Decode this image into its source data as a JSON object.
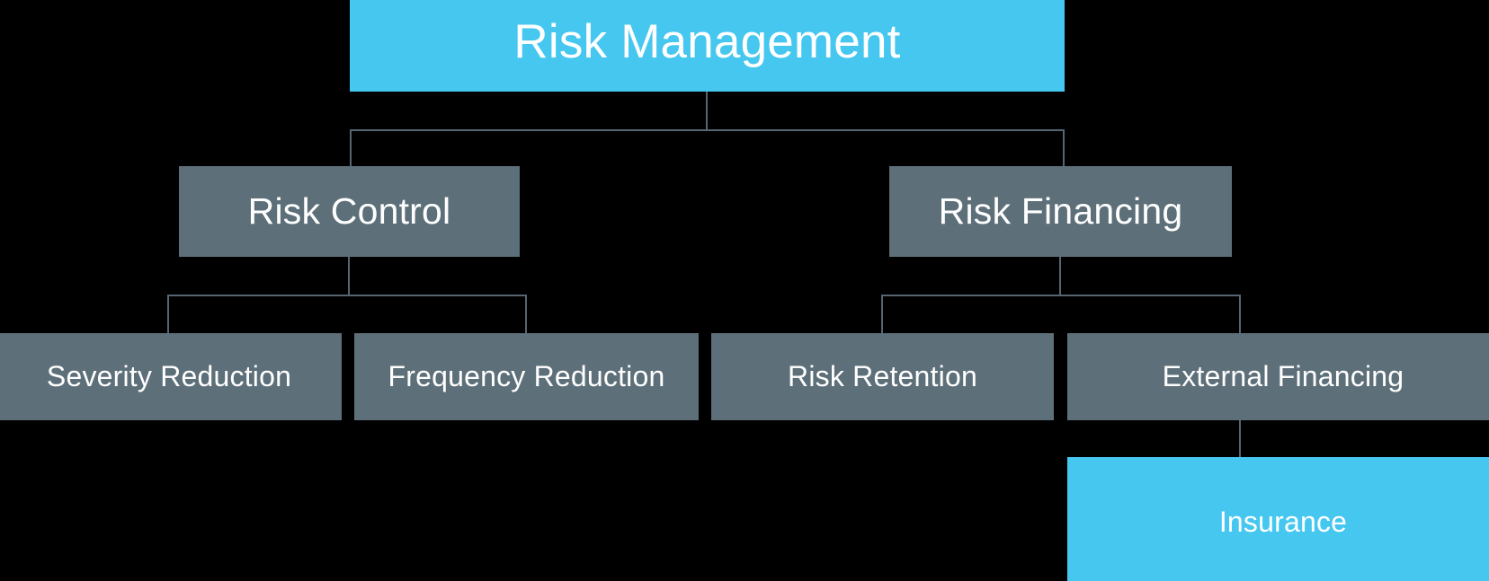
{
  "diagram": {
    "title": "Risk Management",
    "type": "hierarchy-tree",
    "background_color": "#000000",
    "colors": {
      "primary_node": "#45C7F0",
      "secondary_node": "#5D6F79",
      "connector": "#566571",
      "node_text": "#FFFFFF"
    },
    "nodes": {
      "root": {
        "label": "Risk Management",
        "style": "primary"
      },
      "risk_control": {
        "label": "Risk Control",
        "style": "secondary"
      },
      "risk_financing": {
        "label": "Risk Financing",
        "style": "secondary"
      },
      "severity_reduction": {
        "label": "Severity Reduction",
        "style": "secondary"
      },
      "frequency_reduction": {
        "label": "Frequency Reduction",
        "style": "secondary"
      },
      "risk_retention": {
        "label": "Risk Retention",
        "style": "secondary"
      },
      "external_financing": {
        "label": "External Financing",
        "style": "secondary"
      },
      "insurance": {
        "label": "Insurance",
        "style": "primary"
      }
    },
    "edges": [
      {
        "from": "root",
        "to": "risk_control"
      },
      {
        "from": "root",
        "to": "risk_financing"
      },
      {
        "from": "risk_control",
        "to": "severity_reduction"
      },
      {
        "from": "risk_control",
        "to": "frequency_reduction"
      },
      {
        "from": "risk_financing",
        "to": "risk_retention"
      },
      {
        "from": "risk_financing",
        "to": "external_financing"
      },
      {
        "from": "external_financing",
        "to": "insurance"
      }
    ]
  }
}
